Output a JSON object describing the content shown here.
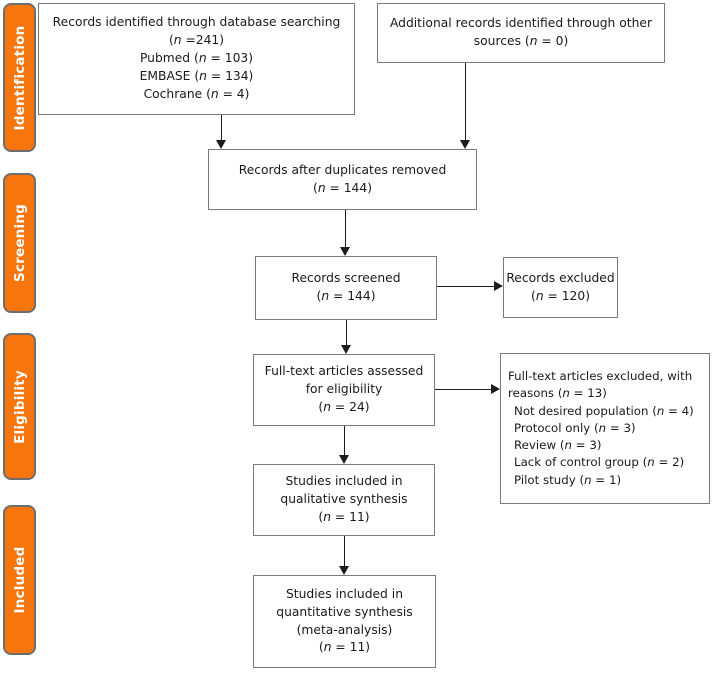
{
  "diagram": {
    "type": "PRISMA flow diagram",
    "stages": {
      "identification": "Identification",
      "screening": "Screening",
      "eligibility": "Eligibility",
      "included": "Included"
    },
    "boxes": {
      "db_search": {
        "lines": [
          "Records identified through database searching",
          "(n =241)",
          "Pubmed (n = 103)",
          "EMBASE (n = 134)",
          "Cochrane (n = 4)"
        ]
      },
      "other_sources": {
        "lines": [
          "Additional records identified through other",
          "sources (n = 0)"
        ]
      },
      "after_duplicates": {
        "lines": [
          "Records after duplicates removed",
          "(n = 144)"
        ]
      },
      "screened": {
        "lines": [
          "Records screened",
          "(n = 144)"
        ]
      },
      "excluded": {
        "lines": [
          "Records excluded",
          "(n = 120)"
        ]
      },
      "fulltext_assessed": {
        "lines": [
          "Full-text articles assessed",
          "for eligibility",
          "(n = 24)"
        ]
      },
      "fulltext_excluded": {
        "lines": [
          "Full-text articles excluded, with",
          "reasons (n = 13)",
          "Not desired population (n = 4)",
          "Protocol only (n = 3)",
          "Review (n = 3)",
          "Lack of control group (n = 2)",
          "Pilot study (n = 1)"
        ]
      },
      "qualitative": {
        "lines": [
          "Studies included in",
          "qualitative synthesis",
          "(n = 11)"
        ]
      },
      "quantitative": {
        "lines": [
          "Studies included in",
          "quantitative synthesis",
          "(meta-analysis)",
          "(n = 11)"
        ]
      }
    },
    "colors": {
      "stage_bg": "#F7750D",
      "stage_border": "#6e6e6e",
      "box_border": "#7a7a7a",
      "arrow": "#1c1c1c",
      "text": "#1a1a1a"
    }
  }
}
